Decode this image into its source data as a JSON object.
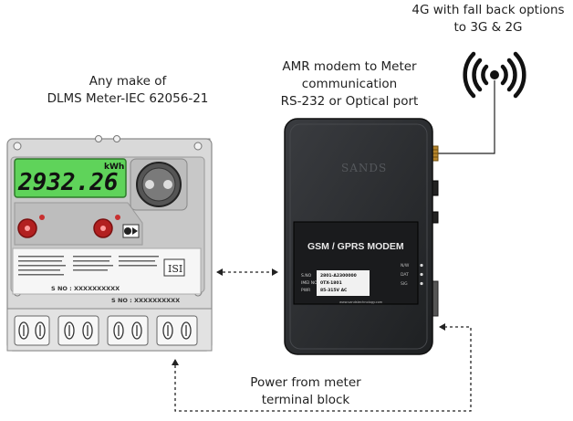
{
  "labels": {
    "network_line1": "4G with fall back options",
    "network_line2": "to 3G & 2G",
    "meter_line1": "Any make of",
    "meter_line2": "DLMS Meter-IEC 62056-21",
    "modem_line1": "AMR modem to Meter",
    "modem_line2": "communication",
    "modem_line3": "RS-232 or Optical port",
    "power_line1": "Power from meter",
    "power_line2": "terminal block"
  },
  "meter": {
    "display_value": "2932.26",
    "display_unit": "kWh",
    "serial_1": "S NO : XXXXXXXXXX",
    "serial_2": "S NO : XXXXXXXXXX"
  },
  "modem": {
    "brand": "SANDS",
    "title": "GSM / GPRS MODEM",
    "info_keys": [
      "S.NO",
      "IMEI NO",
      "PWR"
    ],
    "info_values": [
      "2801-A2300000",
      "0TX-1801",
      "85-315V AC"
    ],
    "led_labels": [
      "N/W",
      "DAT",
      "SIG"
    ],
    "website": "www.sandstechnology.com"
  },
  "colors": {
    "lcd_green": "#5fd35a",
    "modem_body": "#2b2d30",
    "meter_body": "#d9d9d9"
  }
}
